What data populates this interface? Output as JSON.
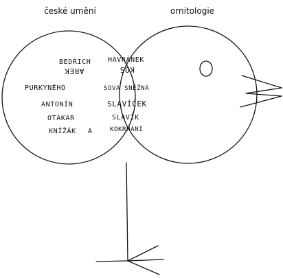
{
  "sets": {
    "left_label": "české umění",
    "right_label": "ornitologie"
  },
  "left_only": {
    "bedrich": "BEDŘICH",
    "arek": "AREK",
    "purkyneho": "PURKYNĚHO",
    "antonin": "ANTONÍN",
    "otakar": "OTAKAR",
    "knizak": "KNÍŽÁK",
    "a": "A"
  },
  "overlap": {
    "havranek": "HAVRÁNEK",
    "kos": "KOS",
    "sova_snezna": "SOVA SNĚŽNÁ",
    "slavicek": "SLAVÍČEK",
    "slavik": "SLAVÍK",
    "kokrhani": "KOKRHÁNÍ"
  },
  "colors": {
    "ink": "#111111",
    "background": "#ffffff"
  }
}
